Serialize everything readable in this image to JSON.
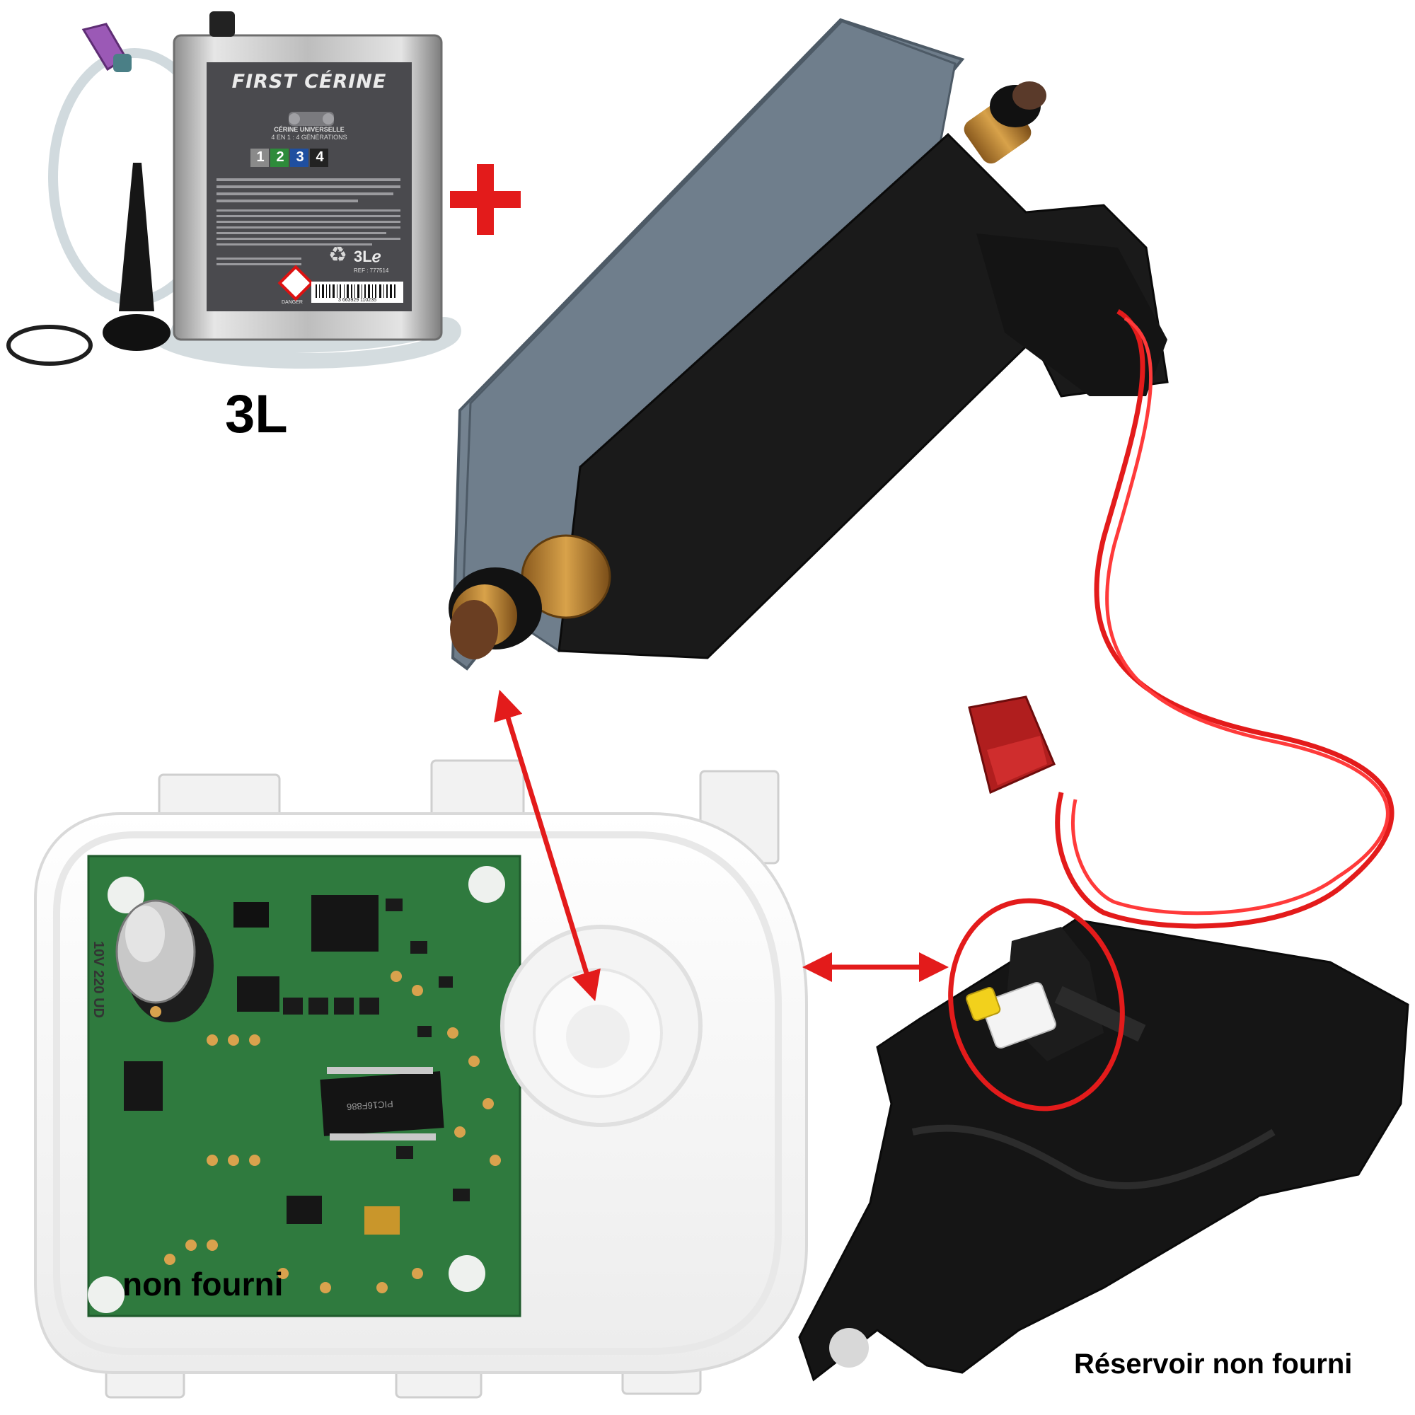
{
  "product": {
    "can_brand": "FIRST CÉRINE",
    "can_subtitle_1": "CÉRINE UNIVERSELLE",
    "can_subtitle_2": "4 EN 1 : 4 GÉNÉRATIONS",
    "generations": [
      "1",
      "2",
      "3",
      "4"
    ],
    "can_volume_mark": "3Lℯ",
    "can_ref": "REF : 777514",
    "can_danger": "DANGER",
    "barcode_digits": "3 663929 110235"
  },
  "captions": {
    "volume": "3L",
    "plus_sign": "+",
    "module_note": "non fourni",
    "tank_note": "Réservoir non fourni"
  },
  "pcb_markings": {
    "capacitor": "10V 220 UD",
    "chip": "PIC16F886"
  },
  "colors": {
    "accent_red": "#e31b1b",
    "can_label": "#4a4a4e",
    "pcb_green": "#2f7a3e",
    "solenoid_black": "#1a1a1a",
    "bracket_grey": "#6f7e8c",
    "tank_black": "#151515",
    "gen_1": "#8a8a8a",
    "gen_2": "#2e8b3a",
    "gen_3": "#1f4fa0",
    "gen_4": "#222222"
  }
}
